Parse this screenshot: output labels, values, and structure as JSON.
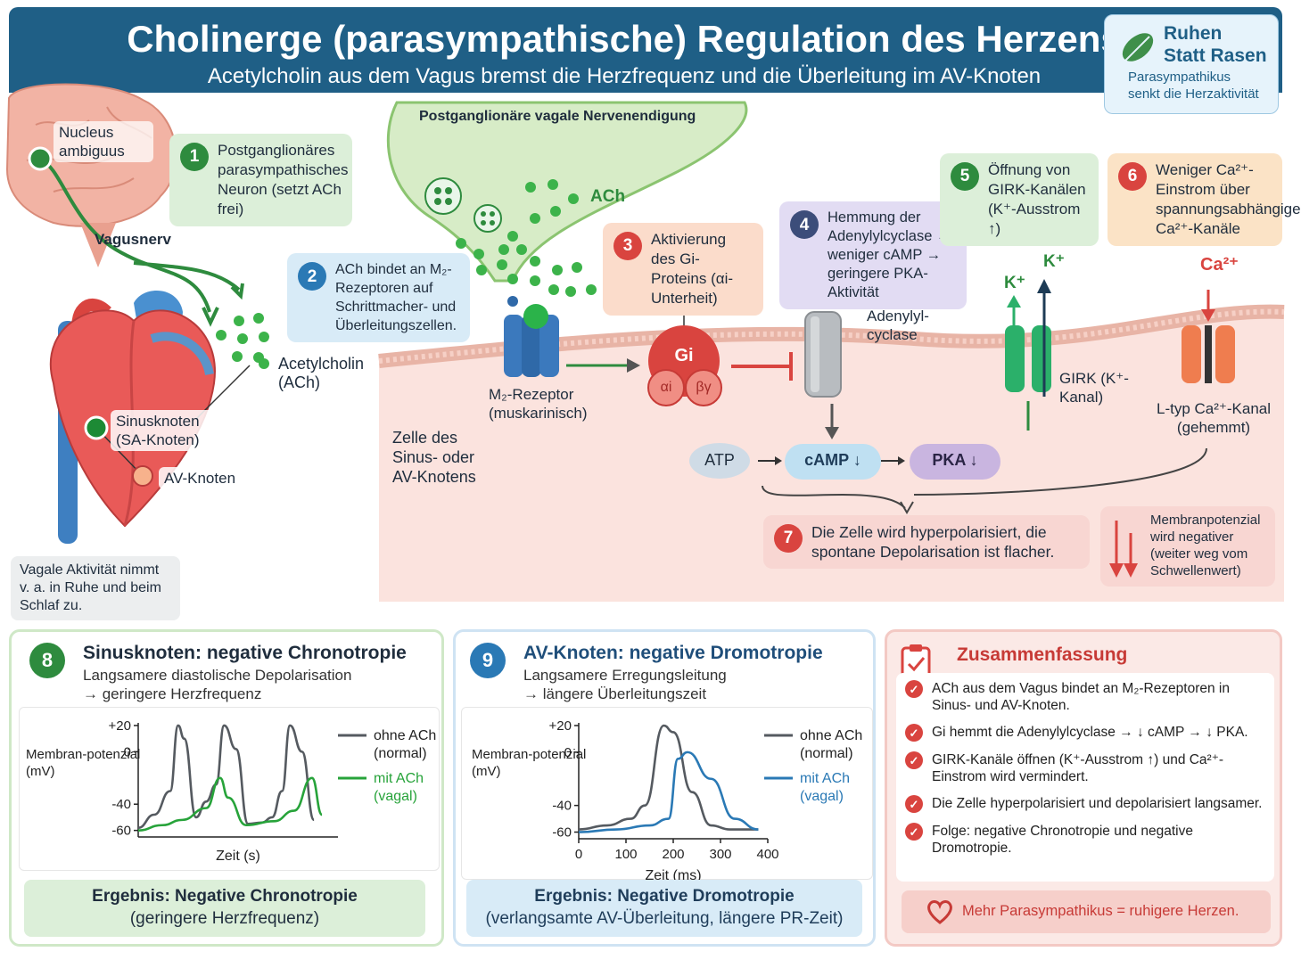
{
  "header": {
    "title": "Cholinerge (parasympathische) Regulation des Herzens",
    "subtitle": "Acetylcholin aus dem Vagus bremst die Herzfrequenz und die Überleitung im AV-Knoten"
  },
  "brand": {
    "name_line1": "Ruhen",
    "name_line2": "Statt Rasen",
    "tagline_line1": "Parasympathikus",
    "tagline_line2": "senkt die Herzaktivität",
    "icon": "leaf-icon"
  },
  "anatomy": {
    "nucleus": "Nucleus ambiguus",
    "nerve": "Vagusnerv",
    "ach": "Acetylcholin (ACh)",
    "sa_node": "Sinusknoten (SA-Knoten)",
    "av_node": "AV-Knoten",
    "note": "Vagale Aktivität nimmt v. a. in Ruhe und beim Schlaf zu."
  },
  "steps": [
    {
      "num": "1",
      "text": "Postganglionäres parasympathisches Neuron (setzt ACh frei)",
      "color": "#2e8b3e"
    },
    {
      "num": "2",
      "text": "ACh bindet an M₂-Rezeptoren auf Schrittmacher- und Überleitungszellen.",
      "color": "#2a79b5"
    },
    {
      "num": "3",
      "text": "Aktivierung des Gi-Proteins (αi-Unterheit)",
      "color": "#d9443f"
    },
    {
      "num": "4",
      "text": "Hemmung der Adenylylcyclase → weniger cAMP → geringere PKA-Aktivität",
      "color": "#3c4d7a"
    },
    {
      "num": "5",
      "text": "Öffnung von GIRK-Kanälen (K⁺-Ausstrom ↑)",
      "color": "#2e8b3e"
    },
    {
      "num": "6",
      "text": "Weniger Ca²⁺-Einstrom über spannungsabhängige Ca²⁺-Kanäle",
      "color": "#d9443f"
    },
    {
      "num": "7",
      "text": "Die Zelle wird hyperpolarisiert, die spontane Depolarisation ist flacher.",
      "color": "#d9443f"
    }
  ],
  "cell": {
    "nerve_ending": "Postganglionäre vagale Nervenendigung",
    "ach": "ACh",
    "receptor": "M₂-Rezeptor (muskarinisch)",
    "gi": "Gi",
    "alpha": "αi",
    "beta_gamma": "βγ",
    "adenylyl": "Adenylyl-cyclase",
    "girk": "GIRK (K⁺-Kanal)",
    "k_ion": "K⁺",
    "ca_ion": "Ca²⁺",
    "ltype": "L-typ Ca²⁺-Kanal (gehemmt)",
    "cell_label": "Zelle des Sinus- oder AV-Knotens",
    "atp": "ATP",
    "camp": "cAMP ↓",
    "pka": "PKA ↓",
    "membrane_note": "Membranpotenzial wird negativer (weiter weg vom Schwellenwert)"
  },
  "panel8": {
    "num": "8",
    "title": "Sinusknoten: negative Chronotropie",
    "subtitle_line1": "Langsamere diastolische Depolarisation",
    "subtitle_line2": "→ geringere Herzfrequenz",
    "result_line1": "Ergebnis: Negative Chronotropie",
    "result_line2": "(geringere Herzfrequenz)"
  },
  "panel9": {
    "num": "9",
    "title": "AV-Knoten: negative Dromotropie",
    "subtitle_line1": "Langsamere Erregungsleitung",
    "subtitle_line2": "→ längere Überleitungszeit",
    "result_line1": "Ergebnis: Negative Dromotropie",
    "result_line2": "(verlangsamte AV-Überleitung, längere PR-Zeit)"
  },
  "chart_data": [
    {
      "type": "line",
      "ylabel": "Membran-potenzial (mV)",
      "xlabel": "Zeit (s)",
      "yticks": [
        "+20",
        "0",
        "-40",
        "-60"
      ],
      "ylim": [
        -65,
        22
      ],
      "xlim": [
        0,
        10
      ],
      "series": [
        {
          "name": "ohne ACh (normal)",
          "color": "#555a60",
          "x": [
            0,
            0.8,
            1.6,
            2.0,
            2.3,
            2.9,
            3.4,
            3.9,
            4.3,
            4.9,
            5.5,
            6.2,
            6.7,
            7.2,
            7.6,
            8.2,
            8.8
          ],
          "y": [
            -58,
            -48,
            -30,
            20,
            10,
            -50,
            -38,
            -25,
            20,
            2,
            -55,
            -54,
            -50,
            -30,
            20,
            0,
            -52
          ]
        },
        {
          "name": "mit ACh (vagal)",
          "color": "#27a33a",
          "x": [
            0,
            1.2,
            2.2,
            3.4,
            4.1,
            4.5,
            5.4,
            6.8,
            7.8,
            8.7,
            9.2
          ],
          "y": [
            -60,
            -56,
            -52,
            -43,
            -20,
            -35,
            -56,
            -53,
            -45,
            -20,
            -48
          ]
        }
      ]
    },
    {
      "type": "line",
      "ylabel": "Membran-potenzial (mV)",
      "xlabel": "Zeit (ms)",
      "yticks": [
        "+20",
        "0",
        "-40",
        "-60"
      ],
      "xticks": [
        "0",
        "100",
        "200",
        "300",
        "400"
      ],
      "ylim": [
        -65,
        22
      ],
      "xlim": [
        0,
        400
      ],
      "series": [
        {
          "name": "ohne ACh (normal)",
          "color": "#555a60",
          "x": [
            0,
            60,
            110,
            140,
            180,
            200,
            240,
            280,
            320,
            380
          ],
          "y": [
            -58,
            -55,
            -50,
            -40,
            20,
            15,
            -30,
            -55,
            -58,
            -58
          ]
        },
        {
          "name": "mit ACh (vagal)",
          "color": "#2a79b5",
          "x": [
            0,
            80,
            150,
            190,
            210,
            230,
            280,
            330,
            380
          ],
          "y": [
            -60,
            -58,
            -55,
            -50,
            -5,
            0,
            -20,
            -50,
            -58
          ]
        }
      ]
    }
  ],
  "summary": {
    "title": "Zusammenfassung",
    "items": [
      "ACh aus dem Vagus bindet an M₂-Rezeptoren in Sinus- und AV-Knoten.",
      "Gi hemmt die Adenylylcyclase → ↓ cAMP → ↓ PKA.",
      "GIRK-Kanäle öffnen (K⁺-Ausstrom ↑) und Ca²⁺-Einstrom wird vermindert.",
      "Die Zelle hyperpolarisiert und depolarisiert langsamer.",
      "Folge: negative Chronotropie und negative Dromotropie."
    ],
    "footer": "Mehr Parasympathikus = ruhigere Herzen."
  },
  "colors": {
    "header": "#1f5f86",
    "green": "#2e8b3e",
    "blue": "#2a79b5",
    "red": "#d9443f"
  }
}
